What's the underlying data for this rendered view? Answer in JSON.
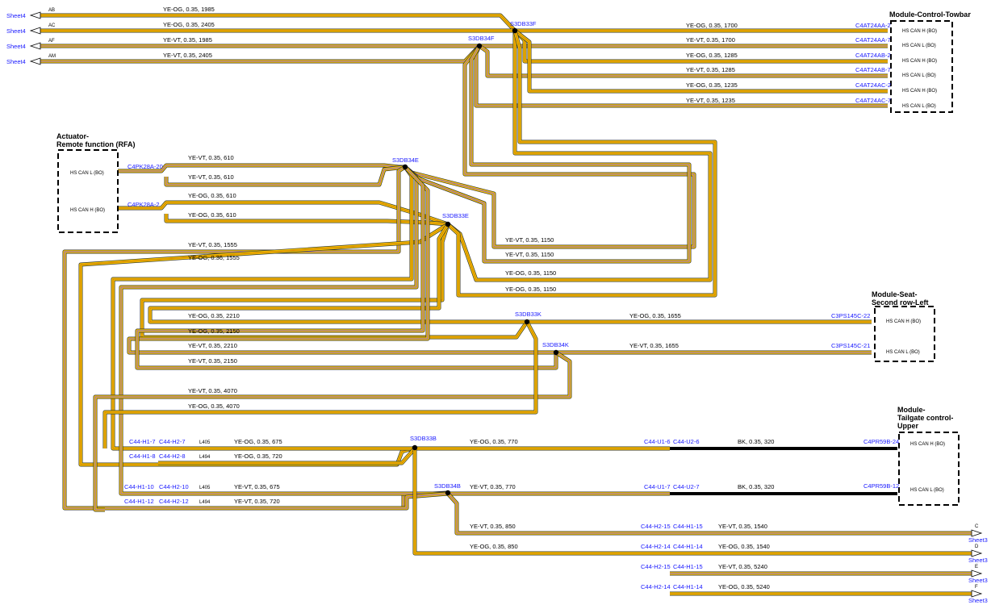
{
  "sheets": {
    "left": [
      {
        "sheet": "Sheet4",
        "id": "AB"
      },
      {
        "sheet": "Sheet4",
        "id": "AC"
      },
      {
        "sheet": "Sheet4",
        "id": "AF"
      },
      {
        "sheet": "Sheet4",
        "id": "AM"
      }
    ],
    "right": [
      {
        "sheet": "Sheet3",
        "id": "C"
      },
      {
        "sheet": "Sheet3",
        "id": "D"
      },
      {
        "sheet": "Sheet3",
        "id": "E"
      },
      {
        "sheet": "Sheet3",
        "id": "F"
      }
    ]
  },
  "splices": {
    "s33f_top": "S3DB33F",
    "s34f": "S3DB34F",
    "s34e": "S3DB34E",
    "s33e": "S3DB33E",
    "s33k": "S3DB33K",
    "s34k": "S3DB34K",
    "s33b": "S3DB33B",
    "s34b": "S3DB34B"
  },
  "modules": {
    "towbar": {
      "title": "Module-Control-Towbar",
      "pins": [
        "HS CAN H (BO)",
        "HS CAN L (BO)",
        "HS CAN H (BO)",
        "HS CAN L (BO)",
        "HS CAN H (BO)",
        "HS CAN L (BO)"
      ],
      "connectors": [
        "C4AT24AA-2",
        "C4AT24AA-7",
        "C4AT24AB-2",
        "C4AT24AB-7",
        "C4AT24AC-2",
        "C4AT24AC-7"
      ]
    },
    "rfa": {
      "title1": "Actuator-",
      "title2": "Remote function (RFA)",
      "pin_l": "HS CAN L (BO)",
      "pin_h": "HS CAN H (BO)",
      "conn_l": "C4PK28A-20",
      "conn_h": "C4PK28A-2"
    },
    "seat": {
      "title1": "Module-Seat-",
      "title2": "Second row-Left",
      "pin_h": "HS CAN H (BO)",
      "pin_l": "HS CAN L (BO)",
      "conn_h": "C3PS145C-22",
      "conn_l": "C3PS145C-21"
    },
    "tailgate": {
      "title1": "Module-",
      "title2": "Tailgate control-",
      "title3": "Upper",
      "pin_h": "HS CAN H (BO)",
      "pin_l": "HS CAN L (BO)",
      "conn_h": "C4PR59B-24",
      "conn_l": "C4PR59B-12"
    }
  },
  "wires": {
    "w_ab": "YE-OG,  0.35,  1985",
    "w_ac": "YE-OG,  0.35,  2405",
    "w_af": "YE-VT,  0.35,  1985",
    "w_am": "YE-VT,  0.35,  2405",
    "tb1": "YE-OG,  0.35,  1700",
    "tb2": "YE-VT,  0.35,  1700",
    "tb3": "YE-OG,  0.35,  1285",
    "tb4": "YE-VT,  0.35,  1285",
    "tb5": "YE-OG,  0.35,  1235",
    "tb6": "YE-VT,  0.35,  1235",
    "rfa1": "YE-VT,  0.35,  610",
    "rfa2": "YE-VT,  0.35,  610",
    "rfa3": "YE-OG,  0.35,  610",
    "rfa4": "YE-OG,  0.35,  610",
    "m1": "YE-VT,  0.35,  1150",
    "m2": "YE-VT,  0.35,  1150",
    "m3": "YE-OG,  0.35,  1150",
    "m4": "YE-OG,  0.35,  1150",
    "l1": "YE-VT,  0.35,  1555",
    "l2": "YE-OG,  0.36,  1555",
    "k1": "YE-OG,  0.35,  2210",
    "k2": "YE-OG,  0.35,  2150",
    "k3": "YE-VT,  0.35,  2210",
    "k4": "YE-VT,  0.35,  2150",
    "seat_h": "YE-OG,  0.35,  1655",
    "seat_l": "YE-VT,  0.35,  1655",
    "x1": "YE-VT,  0.35,  4070",
    "x2": "YE-OG,  0.35,  4070",
    "b1": "YE-OG,  0.35,  675",
    "b2": "YE-OG,  0.35,  720",
    "b3": "YE-VT,  0.35,  675",
    "b4": "YE-VT,  0.35,  720",
    "b5": "YE-OG,  0.35,  770",
    "b6": "YE-VT,  0.35,  770",
    "bk1": "BK,  0.35,  320",
    "bk2": "BK,  0.35,  320",
    "r1": "YE-VT,  0.35,  850",
    "r2": "YE-OG,  0.35,  850",
    "r3": "YE-VT,  0.35,  1540",
    "r4": "YE-OG,  0.35,  1540",
    "r5": "YE-VT,  0.35,  5240",
    "r6": "YE-OG,  0.35,  5240",
    "lab_l405a": "L405",
    "lab_l494a": "L494",
    "lab_l405b": "L405",
    "lab_l494b": "L494"
  },
  "connectors": {
    "h1_7": "C44-H1-7",
    "h2_7": "C44-H2-7",
    "h1_8": "C44-H1-8",
    "h2_8": "C44-H2-8",
    "h1_10": "C44-H1-10",
    "h2_10": "C44-H2-10",
    "h1_12": "C44-H1-12",
    "h2_12": "C44-H2-12",
    "u1_6": "C44-U1-6",
    "u2_6": "C44-U2-6",
    "u1_7": "C44-U1-7",
    "u2_7": "C44-U2-7",
    "r_h2_15a": "C44-H2-15",
    "r_h1_15a": "C44-H1-15",
    "r_h2_14a": "C44-H2-14",
    "r_h1_14a": "C44-H1-14",
    "r_h2_15b": "C44-H2-15",
    "r_h1_15b": "C44-H1-15",
    "r_h2_14b": "C44-H2-14",
    "r_h1_14b": "C44-H1-14"
  },
  "colors": {
    "yellow": "#f5c400",
    "orange_stripe": "#d07a00",
    "violet_stripe": "#8a5fd0",
    "black": "#000000",
    "link_blue": "#1a1aff"
  }
}
